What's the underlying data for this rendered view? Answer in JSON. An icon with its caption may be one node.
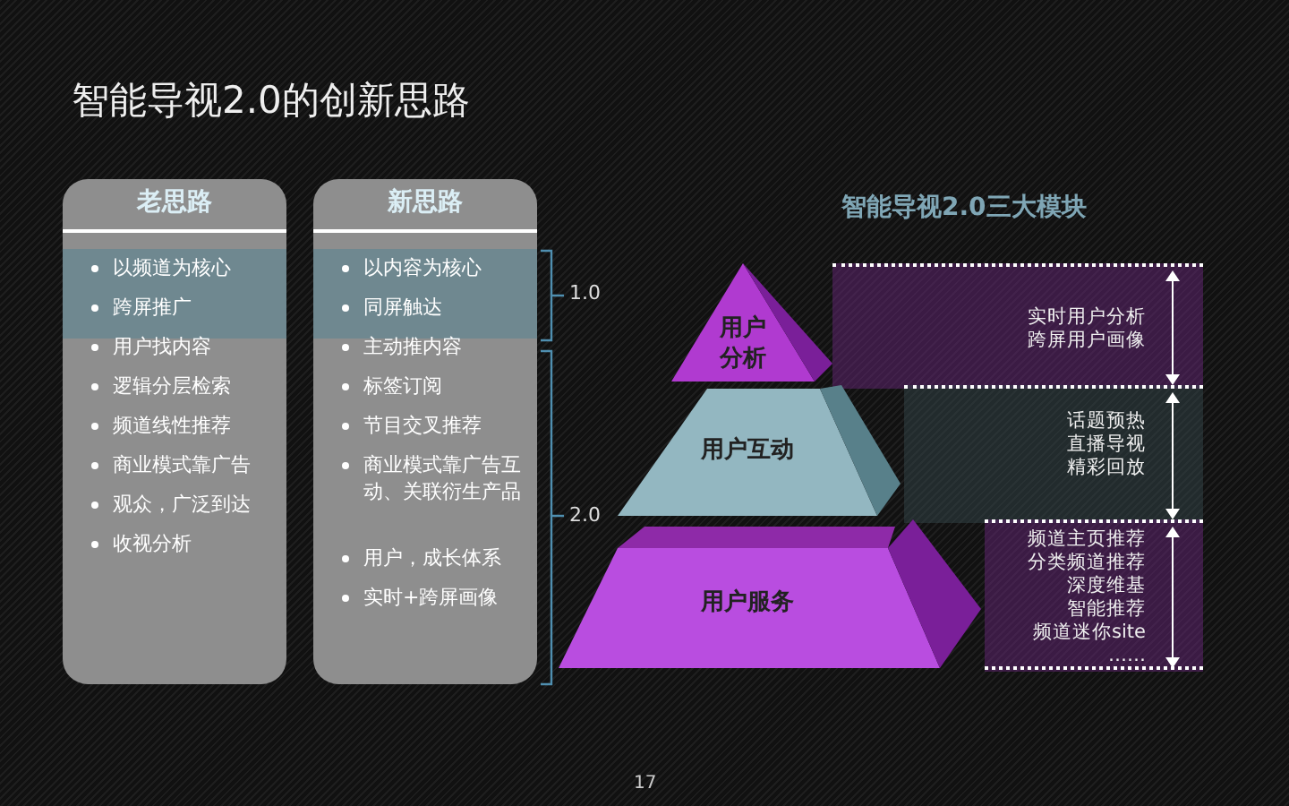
{
  "diagram": {
    "title": "智能导视2.0的创新思路",
    "nodes": [
      {
        "text": [
          "老思路",
          "以频道为核心",
          "跨屏推广",
          "用户找内容",
          "逻辑分层检索",
          "频道线性推荐",
          "商业模式靠广告",
          "观众，广泛到达",
          "收视分析"
        ]
      },
      {
        "text": [
          "新思路",
          "以内容为核心",
          "同屏触达",
          "主动推内容",
          "标签订阅",
          "节目交叉推荐",
          "商业模式靠广告互动、关联衍生产品",
          "用户，成长体系",
          "实时+跨屏画像"
        ]
      },
      {
        "text": [
          "用户分析"
        ]
      },
      {
        "text": [
          "实时用户分析",
          "跨屏用户画像"
        ]
      },
      {
        "text": [
          "用户互动"
        ]
      },
      {
        "text": [
          "话题预热",
          "直播导视",
          "精彩回放"
        ]
      },
      {
        "text": [
          "用户服务"
        ]
      },
      {
        "text": [
          "频道主页推荐",
          "分类频道推荐",
          "深度维基",
          "智能推荐",
          "频道迷你site",
          "……"
        ]
      }
    ],
    "labels": [
      "智能导视2.0三大模块",
      "1.0",
      "2.0",
      "17"
    ]
  }
}
